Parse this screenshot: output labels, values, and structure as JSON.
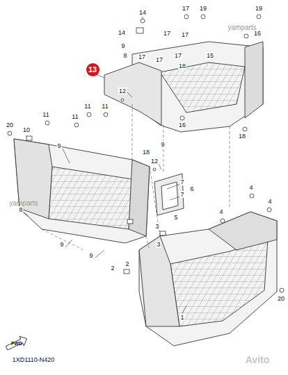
{
  "diagram": {
    "nodes": [
      {
        "text": [
          "13"
        ]
      },
      {
        "text": [
          "FWD"
        ]
      }
    ],
    "labels": [
      "14",
      "17",
      "19",
      "19",
      "yamparts",
      "14",
      "17",
      "17",
      "16",
      "9",
      "8",
      "17",
      "17",
      "17",
      "18",
      "15",
      "12",
      "16",
      "18",
      "18",
      "12",
      "11",
      "11",
      "11",
      "11",
      "20",
      "10",
      "9",
      "9",
      "7",
      "7",
      "6",
      "5",
      "3",
      "3",
      "2",
      "2",
      "8",
      "9",
      "9",
      "4",
      "4",
      "4",
      "20",
      "1",
      "yamparts",
      "1XD1110-N420",
      "Avito"
    ]
  }
}
